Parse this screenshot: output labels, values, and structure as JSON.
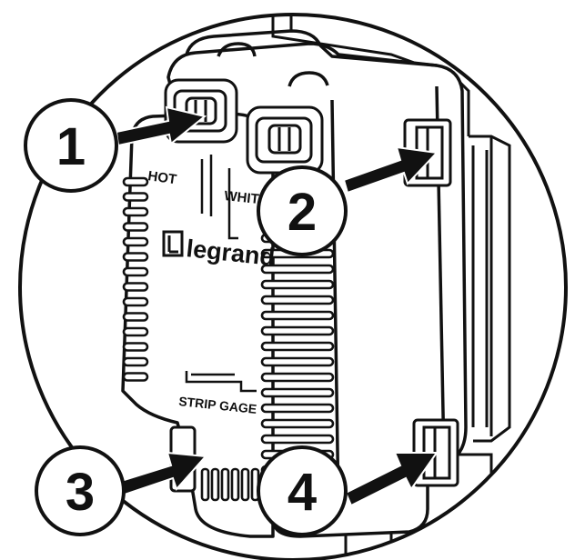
{
  "device": {
    "brand": "legrand",
    "terminal_labels": {
      "hot": "HOT",
      "white": "WHITE"
    },
    "strip_gage_label": "STRIP GAGE"
  },
  "callouts": [
    {
      "number": "1"
    },
    {
      "number": "2"
    },
    {
      "number": "3"
    },
    {
      "number": "4"
    }
  ],
  "colors": {
    "ink": "#111111",
    "background": "#ffffff"
  }
}
